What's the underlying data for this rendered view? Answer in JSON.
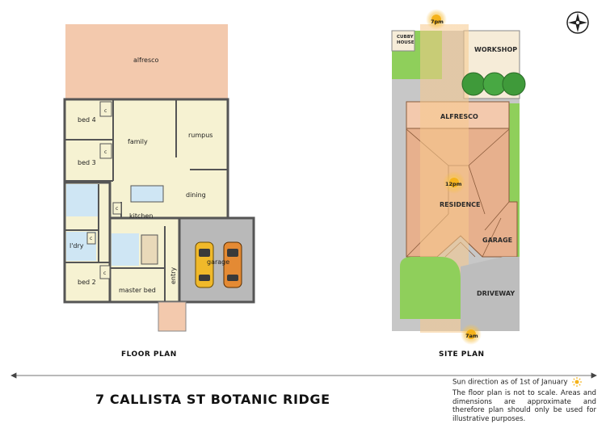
{
  "floor_plan": {
    "caption": "FLOOR PLAN",
    "rooms": {
      "alfresco": "alfresco",
      "bed4": "bed 4",
      "bed3": "bed 3",
      "bed2": "bed 2",
      "family": "family",
      "rumpus": "rumpus",
      "dining": "dining",
      "kitchen": "kitchen",
      "laundry": "l'dry",
      "master_bed": "master bed",
      "entry": "entry",
      "garage": "garage"
    },
    "cupboard_mark": "c"
  },
  "site_plan": {
    "caption": "SITE PLAN",
    "labels": {
      "cubby_house_line1": "CUBBY",
      "cubby_house_line2": "HOUSE",
      "workshop": "WORKSHOP",
      "alfresco": "ALFRESCO",
      "residence": "RESIDENCE",
      "garage": "GARAGE",
      "driveway": "DRIVEWAY"
    },
    "sun_positions": {
      "morning": "7am",
      "noon": "12pm",
      "evening": "7pm"
    },
    "compass": "compass"
  },
  "footer": {
    "address": "7 CALLISTA ST BOTANIC RIDGE",
    "sun_note": "Sun direction as of 1st of January",
    "disclaimer": "The floor plan is not to scale. Areas and dimensions are approximate and therefore plan should only be used for illustrative purposes."
  },
  "colors": {
    "alfresco_fill": "#f3c9ad",
    "interior_fill": "#f6f2d2",
    "wet_area_fill": "#cfe6f4",
    "garage_fill": "#b9b9b9",
    "lawn_fill": "#8fcf5b",
    "roof_fill": "#e7b08d",
    "sun_color": "#f5b31b"
  }
}
